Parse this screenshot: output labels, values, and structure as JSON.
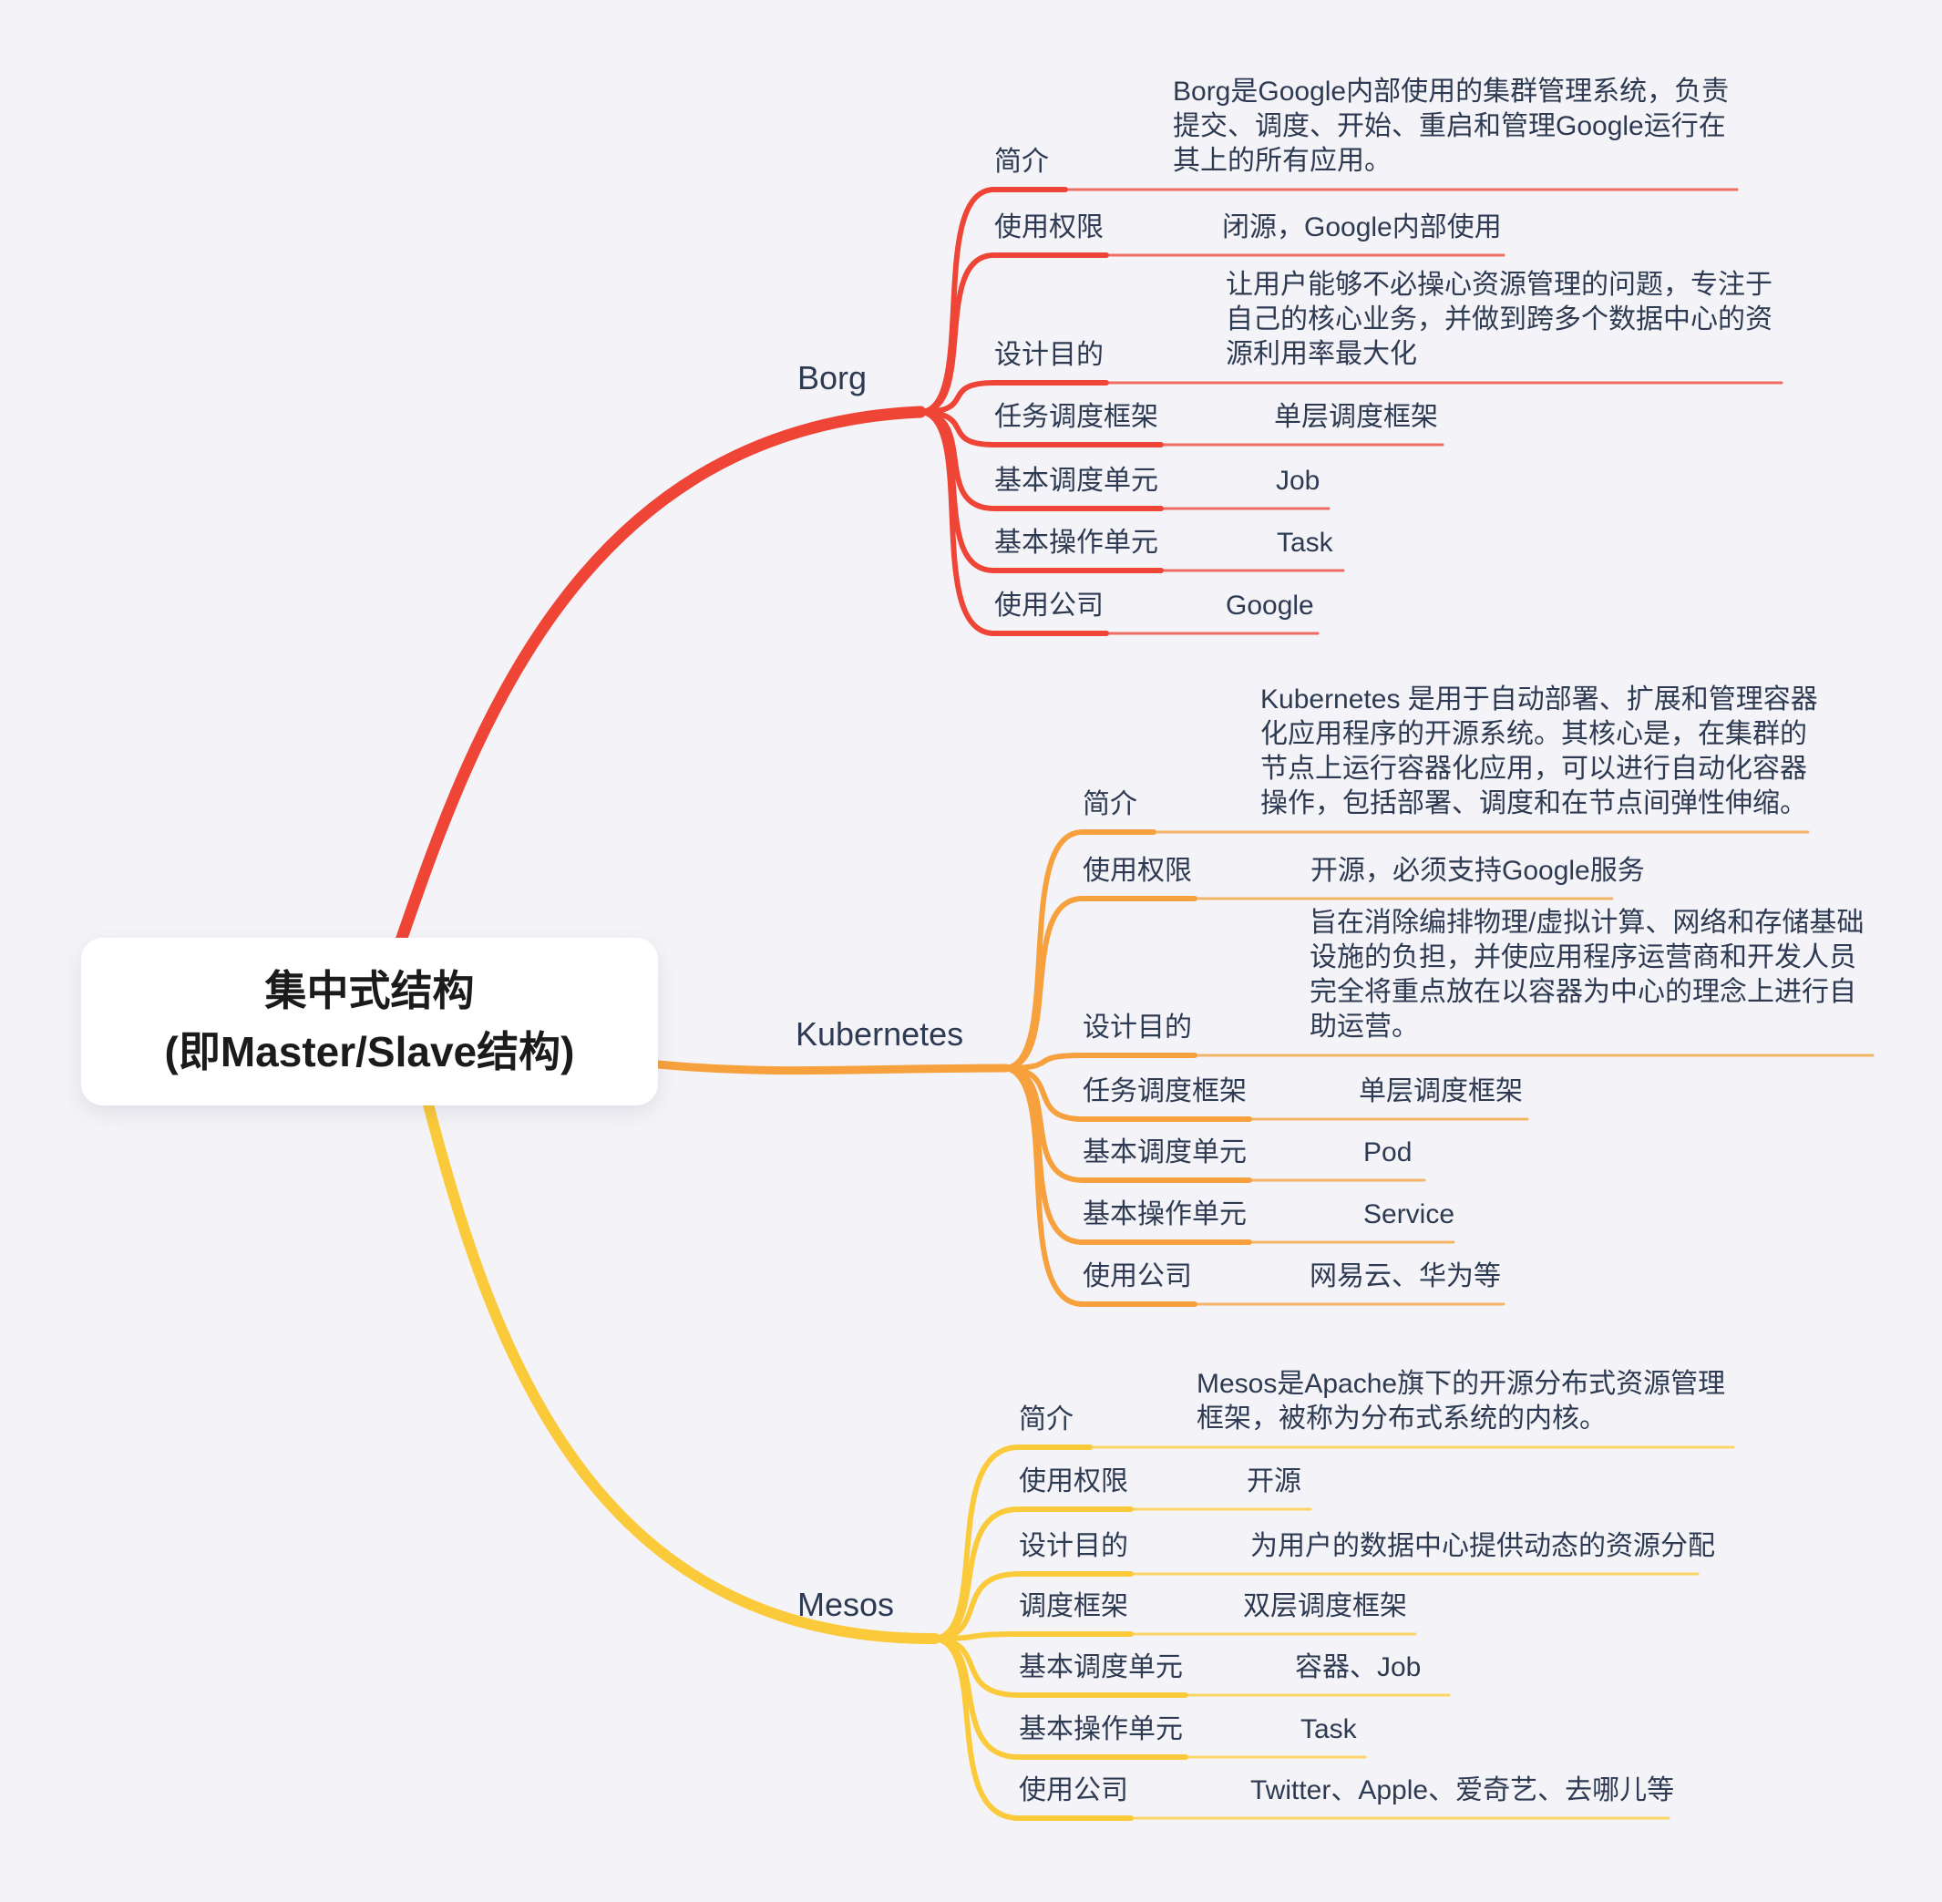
{
  "central": {
    "line1": "集中式结构",
    "line2": "(即Master/Slave结构)"
  },
  "colors": {
    "background": "#f4f4f8",
    "central_node_bg": "#ffffff",
    "topic_text": "#2d3a52",
    "central_text": "#1b1b1e",
    "borg_branch": "#ee4537",
    "kubernetes_branch": "#f6a13d",
    "mesos_branch": "#fbca3b"
  },
  "branches": [
    {
      "name": "Borg",
      "children": [
        {
          "label": "简介",
          "value": "Borg是Google内部使用的集群管理系统，负责提交、调度、开始、重启和管理Google运行在其上的所有应用。"
        },
        {
          "label": "使用权限",
          "value": "闭源，Google内部使用"
        },
        {
          "label": "设计目的",
          "value": "让用户能够不必操心资源管理的问题，专注于自己的核心业务，并做到跨多个数据中心的资源利用率最大化"
        },
        {
          "label": "任务调度框架",
          "value": "单层调度框架"
        },
        {
          "label": "基本调度单元",
          "value": "Job"
        },
        {
          "label": "基本操作单元",
          "value": "Task"
        },
        {
          "label": "使用公司",
          "value": "Google"
        }
      ]
    },
    {
      "name": "Kubernetes",
      "children": [
        {
          "label": "简介",
          "value": "Kubernetes 是用于自动部署、扩展和管理容器化应用程序的开源系统。其核心是，在集群的节点上运行容器化应用，可以进行自动化容器操作，包括部署、调度和在节点间弹性伸缩。"
        },
        {
          "label": "使用权限",
          "value": "开源，必须支持Google服务"
        },
        {
          "label": "设计目的",
          "value": "旨在消除编排物理/虚拟计算、网络和存储基础设施的负担，并使应用程序运营商和开发人员完全将重点放在以容器为中心的理念上进行自助运营。"
        },
        {
          "label": "任务调度框架",
          "value": "单层调度框架"
        },
        {
          "label": "基本调度单元",
          "value": "Pod"
        },
        {
          "label": "基本操作单元",
          "value": "Service"
        },
        {
          "label": "使用公司",
          "value": "网易云、华为等"
        }
      ]
    },
    {
      "name": "Mesos",
      "children": [
        {
          "label": "简介",
          "value": "Mesos是Apache旗下的开源分布式资源管理框架，被称为分布式系统的内核。"
        },
        {
          "label": "使用权限",
          "value": "开源"
        },
        {
          "label": "设计目的",
          "value": "为用户的数据中心提供动态的资源分配"
        },
        {
          "label": "调度框架",
          "value": "双层调度框架"
        },
        {
          "label": "基本调度单元",
          "value": "容器、Job"
        },
        {
          "label": "基本操作单元",
          "value": "Task"
        },
        {
          "label": "使用公司",
          "value": "Twitter、Apple、爱奇艺、去哪儿等"
        }
      ]
    }
  ]
}
